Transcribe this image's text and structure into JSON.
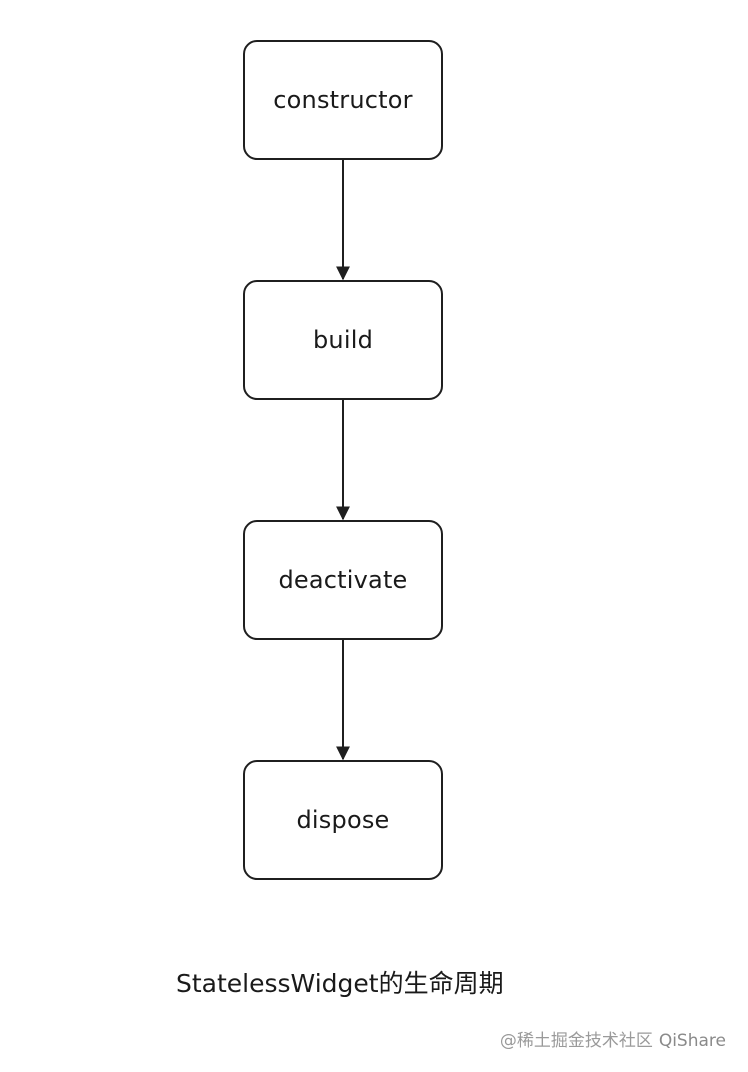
{
  "diagram": {
    "nodes": [
      {
        "id": "constructor",
        "label": "constructor"
      },
      {
        "id": "build",
        "label": "build"
      },
      {
        "id": "deactivate",
        "label": "deactivate"
      },
      {
        "id": "dispose",
        "label": "dispose"
      }
    ],
    "edges": [
      {
        "from": "constructor",
        "to": "build"
      },
      {
        "from": "build",
        "to": "deactivate"
      },
      {
        "from": "deactivate",
        "to": "dispose"
      }
    ],
    "caption": "StatelessWidget的生命周期"
  },
  "watermark": {
    "text_1": "@稀土掘金技术社区",
    "text_2": "QiShare"
  },
  "colors": {
    "stroke": "#1f1f1f",
    "text": "#1a1a1a",
    "watermark": "#9a9a9a"
  }
}
